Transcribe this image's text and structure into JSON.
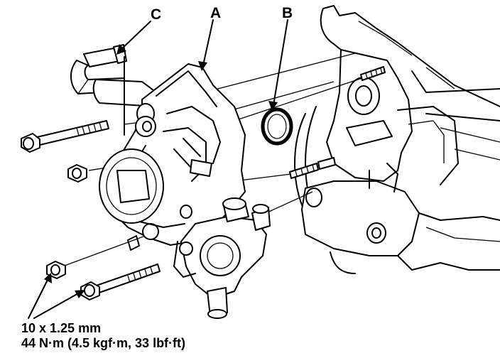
{
  "callouts": {
    "a": "A",
    "b": "B",
    "c": "C"
  },
  "torque_spec": {
    "size": "10 x 1.25 mm",
    "value": "44 N·m (4.5 kgf·m, 33 lbf·ft)"
  },
  "colors": {
    "ink": "#000000",
    "paper": "#ffffff"
  }
}
